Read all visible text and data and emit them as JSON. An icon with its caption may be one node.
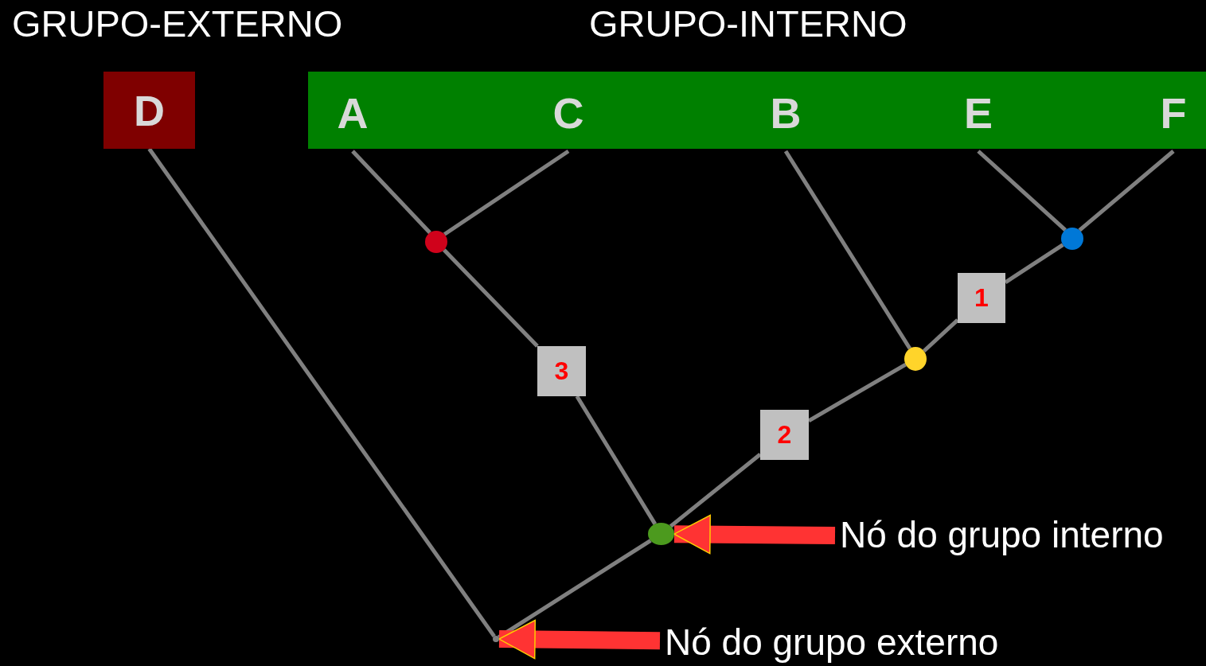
{
  "diagram": {
    "nodes": [
      {
        "text": [
          "D"
        ]
      },
      {
        "text": [],
        "shape": "box"
      },
      {
        "text": [
          "A"
        ],
        "in": 1
      },
      {
        "text": [
          "C"
        ],
        "in": 1
      },
      {
        "text": [
          "B"
        ],
        "in": 1
      },
      {
        "text": [
          "E"
        ],
        "in": 1
      },
      {
        "text": [
          "F"
        ],
        "in": 1
      },
      {
        "text": [],
        "shape": "circle"
      },
      {
        "text": [],
        "shape": "circle"
      },
      {
        "text": [
          "1"
        ]
      },
      {
        "text": [],
        "shape": "circle"
      },
      {
        "text": [
          "3"
        ]
      },
      {
        "text": [
          "2"
        ]
      },
      {
        "text": [],
        "shape": "circle"
      },
      {
        "text": [
          "Nó do grupo interno"
        ]
      },
      {
        "text": [],
        "shape": "point"
      },
      {
        "text": [
          "Nó do grupo externo"
        ]
      }
    ],
    "edges": [
      {
        "from": 2,
        "to": 7,
        "arrow": "none"
      },
      {
        "from": 3,
        "to": 7,
        "arrow": "none"
      },
      {
        "from": 5,
        "to": 8,
        "arrow": "none"
      },
      {
        "from": 6,
        "to": 8,
        "arrow": "none"
      },
      {
        "from": 8,
        "to": 9,
        "arrow": "none"
      },
      {
        "from": 9,
        "to": 10,
        "arrow": "none"
      },
      {
        "from": 4,
        "to": 10,
        "arrow": "none"
      },
      {
        "from": 7,
        "to": 11,
        "arrow": "none"
      },
      {
        "from": 10,
        "to": 12,
        "arrow": "none"
      },
      {
        "from": 12,
        "to": 13,
        "arrow": "none"
      },
      {
        "from": 11,
        "to": 13,
        "arrow": "none"
      },
      {
        "from": 13,
        "to": 15,
        "arrow": "none"
      },
      {
        "from": 0,
        "to": 15,
        "arrow": "none"
      },
      {
        "from": 14,
        "to": 13,
        "arrow": "to",
        "style": "thick",
        "color": "#ff3333"
      },
      {
        "from": 16,
        "to": 15,
        "arrow": "to",
        "style": "thick",
        "color": "#ff3333"
      }
    ],
    "labels": [
      "GRUPO-EXTERNO",
      "GRUPO-INTERNO"
    ]
  }
}
